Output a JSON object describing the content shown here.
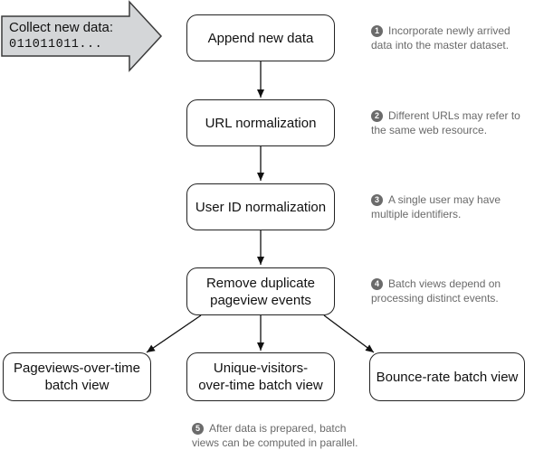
{
  "collect": {
    "title": "Collect new data:",
    "bits": "011011011..."
  },
  "nodes": {
    "append": "Append new data",
    "url": "URL normalization",
    "userid": "User ID normalization",
    "dedupe": "Remove duplicate pageview events",
    "pageviews": "Pageviews-over-time batch view",
    "unique": "Unique-visitors-over-time batch view",
    "bounce": "Bounce-rate batch view"
  },
  "notes": [
    {
      "num": "1",
      "text": "Incorporate newly arrived data into the master dataset."
    },
    {
      "num": "2",
      "text": "Different URLs may refer to the same web resource."
    },
    {
      "num": "3",
      "text": "A single user may have multiple identifiers."
    },
    {
      "num": "4",
      "text": "Batch views depend on processing distinct events."
    },
    {
      "num": "5",
      "text": "After data is prepared, batch views can be computed in parallel."
    }
  ],
  "colors": {
    "arrow_fill": "#d4d6d8",
    "arrow_stroke": "#3a3a3a",
    "note_text": "#6a6a6a",
    "number_badge": "#6b6b6b"
  }
}
